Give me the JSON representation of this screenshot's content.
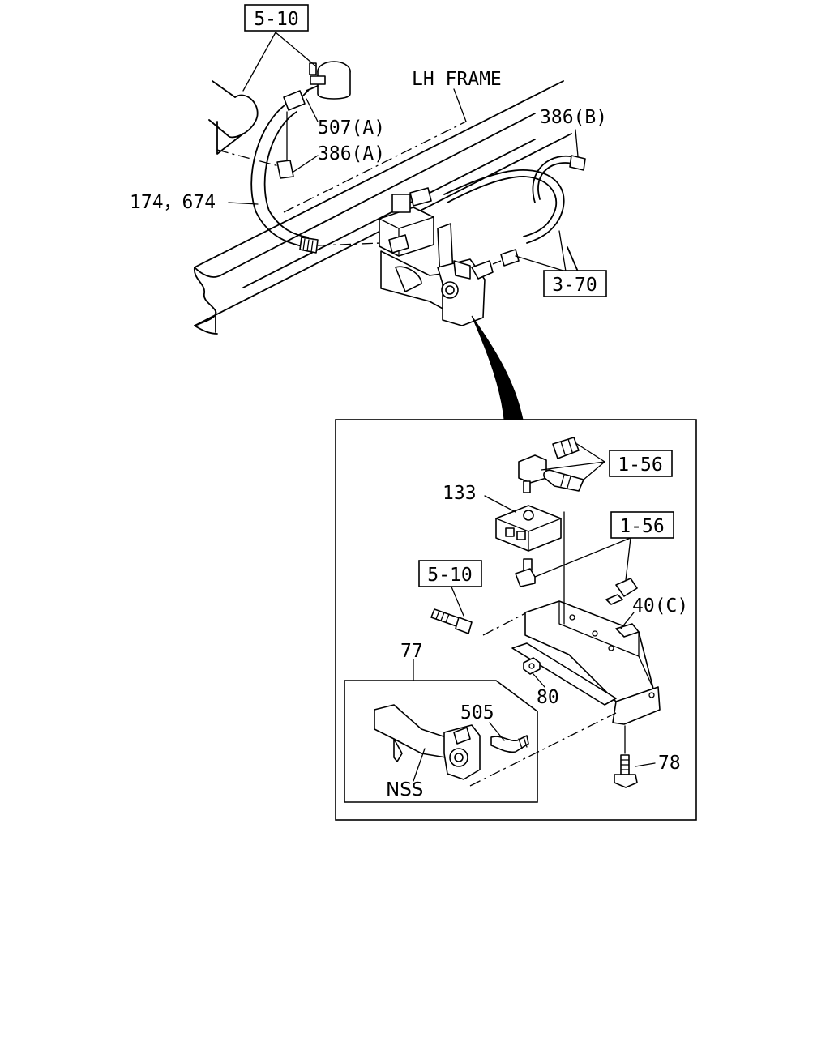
{
  "diagram": {
    "frame_label": "LH FRAME",
    "callouts": {
      "ref_5_10_top": "5-10",
      "part_507a": "507(A)",
      "part_386a": "386(A)",
      "part_174_674": "174，674",
      "part_386b": "386(B)",
      "ref_3_70": "3-70",
      "ref_1_56_upper": "1-56",
      "part_133": "133",
      "ref_1_56_lower": "1-56",
      "ref_5_10_detail": "5-10",
      "part_40c": "40(C)",
      "part_77": "77",
      "part_80": "80",
      "part_505": "505",
      "part_78": "78",
      "nss": "NSS"
    }
  }
}
